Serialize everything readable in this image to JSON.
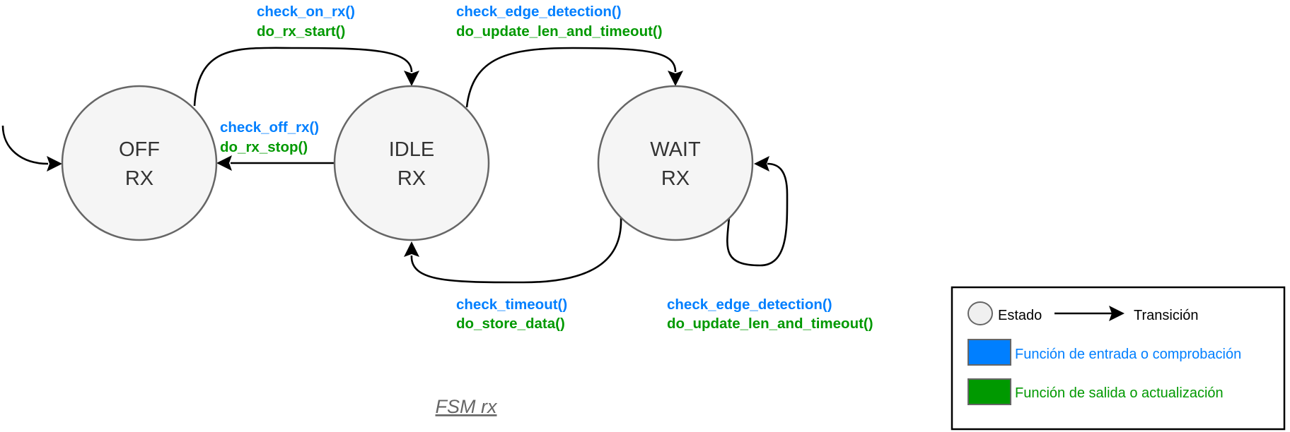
{
  "states": [
    {
      "id": "off-rx",
      "line1": "OFF",
      "line2": "RX"
    },
    {
      "id": "idle-rx",
      "line1": "IDLE",
      "line2": "RX"
    },
    {
      "id": "wait-rx",
      "line1": "WAIT",
      "line2": "RX"
    }
  ],
  "transitions": {
    "off_to_idle": {
      "check": "check_on_rx()",
      "action": "do_rx_start()"
    },
    "idle_to_off": {
      "check": "check_off_rx()",
      "action": "do_rx_stop()"
    },
    "idle_to_wait": {
      "check": "check_edge_detection()",
      "action": "do_update_len_and_timeout()"
    },
    "wait_to_idle": {
      "check": "check_timeout()",
      "action": "do_store_data()"
    },
    "wait_self": {
      "check": "check_edge_detection()",
      "action": "do_update_len_and_timeout()"
    }
  },
  "title": "FSM rx",
  "legend": {
    "state_label": "Estado",
    "transition_label": "Transición",
    "check_label": "Función de entrada o comprobación",
    "action_label": "Función de salida o actualización",
    "check_color": "#007FFF",
    "action_color": "#009900"
  }
}
